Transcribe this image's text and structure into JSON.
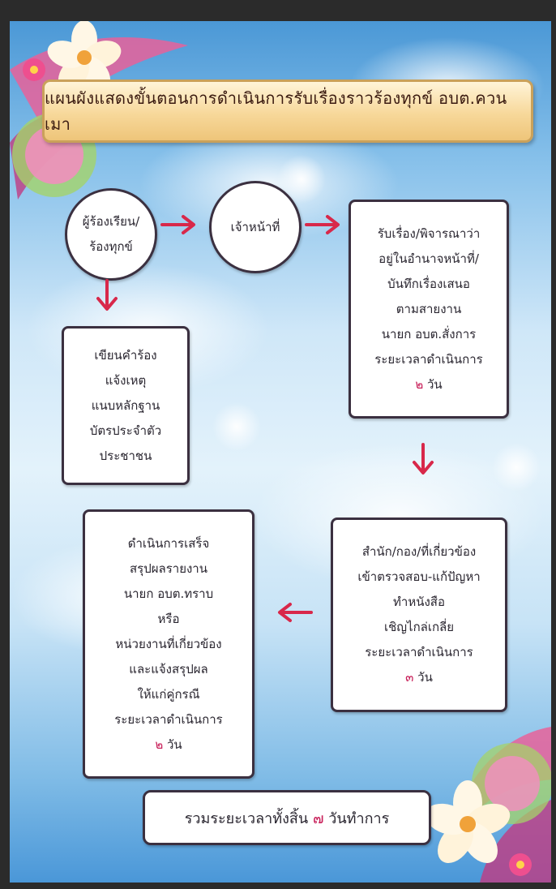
{
  "title": "แผนผังแสดงขั้นตอนการดำเนินการรับเรื่องราวร้องทุกข์ อบต.ควนเมา",
  "step1": {
    "lines": [
      "ผู้ร้องเรียน/",
      "ร้องทุกข์"
    ]
  },
  "step2": {
    "lines": [
      "เจ้าหน้าที่"
    ]
  },
  "step3": {
    "lines": [
      "รับเรื่อง/พิจารณาว่า",
      "อยู่ในอำนาจหน้าที่/",
      "บันทึกเรื่องเสนอ",
      "ตามสายงาน",
      "นายก อบต.สั่งการ",
      "ระยะเวลาดำเนินการ"
    ],
    "days_num": "๒",
    "days_unit": "วัน"
  },
  "documents": {
    "lines": [
      "เขียนคำร้อง",
      "แจ้งเหตุ",
      "แนบหลักฐาน",
      "บัตรประจำตัว",
      "ประชาชน"
    ]
  },
  "step4": {
    "lines": [
      "สำนัก/กอง/ที่เกี่ยวข้อง",
      "เข้าตรวจสอบ-แก้ปัญหา",
      "ทำหนังสือ",
      "เชิญไกล่เกลี่ย",
      "ระยะเวลาดำเนินการ"
    ],
    "days_num": "๓",
    "days_unit": "วัน"
  },
  "step5": {
    "lines": [
      "ดำเนินการเสร็จ",
      "สรุปผลรายงาน",
      "นายก อบต.ทราบ",
      "หรือ",
      "หน่วยงานที่เกี่ยวข้อง",
      "และแจ้งสรุปผล",
      "ให้แก่คู่กรณี",
      "ระยะเวลาดำเนินการ"
    ],
    "days_num": "๒",
    "days_unit": "วัน"
  },
  "total": {
    "prefix": "รวมระยะเวลาทั้งสิ้น",
    "days_num": "๗",
    "suffix": "วันทำการ"
  },
  "colors": {
    "arrow": "#d8284a",
    "box_border": "#3b3040",
    "title_bg": "#f7d89a",
    "day_number": "#c8205a"
  }
}
